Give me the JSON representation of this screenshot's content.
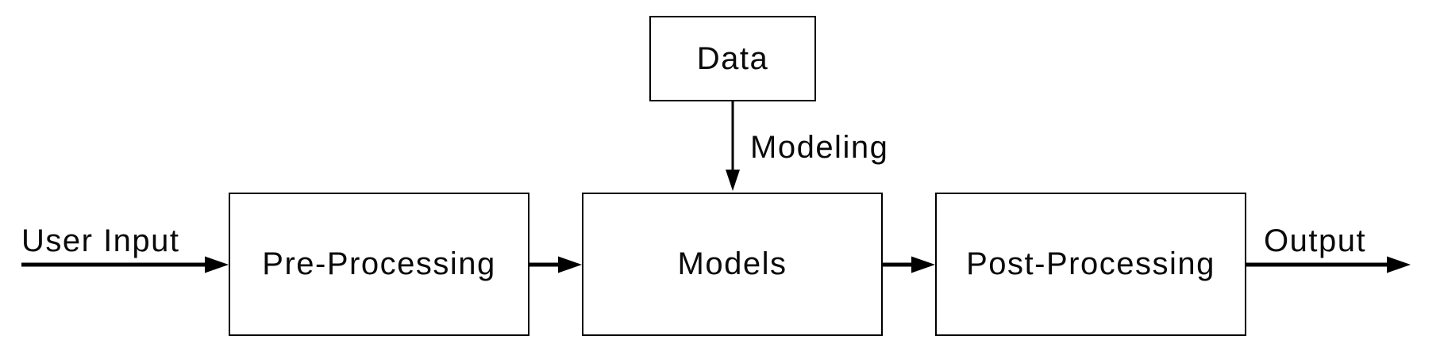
{
  "diagram": {
    "nodes": {
      "data": {
        "label": "Data"
      },
      "pre_processing": {
        "label": "Pre-Processing"
      },
      "models": {
        "label": "Models"
      },
      "post_processing": {
        "label": "Post-Processing"
      }
    },
    "edge_labels": {
      "user_input": "User Input",
      "modeling": "Modeling",
      "output": "Output"
    },
    "edges": [
      {
        "from": "user-input",
        "to": "pre_processing",
        "label": "User Input",
        "direction": "right"
      },
      {
        "from": "pre_processing",
        "to": "models",
        "label": "",
        "direction": "right"
      },
      {
        "from": "data",
        "to": "models",
        "label": "Modeling",
        "direction": "down"
      },
      {
        "from": "models",
        "to": "post_processing",
        "label": "",
        "direction": "right"
      },
      {
        "from": "post_processing",
        "to": "output",
        "label": "Output",
        "direction": "right"
      }
    ],
    "colors": {
      "line": "#000000",
      "text": "#0a0a0a",
      "node_border": "#000000",
      "node_fill": "#ffffff",
      "background": "#ffffff"
    }
  }
}
